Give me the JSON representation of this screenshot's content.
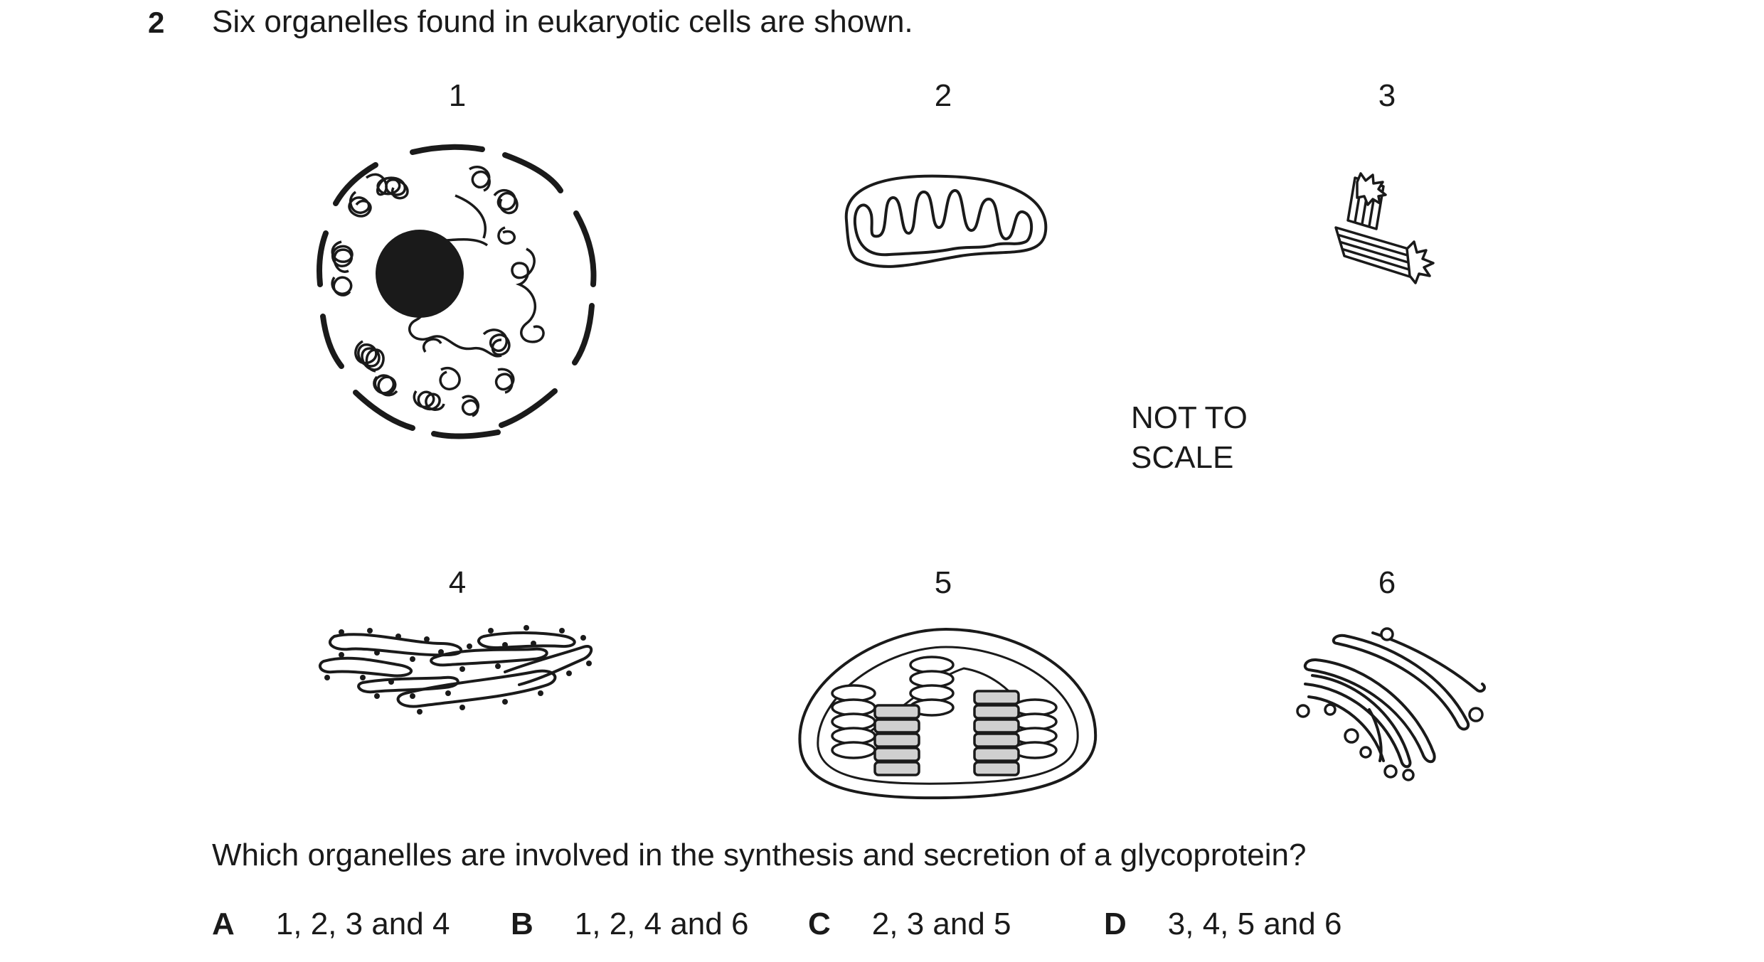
{
  "question": {
    "number": "2",
    "text": "Six organelles found in eukaryotic cells are shown."
  },
  "figure": {
    "labels": [
      "1",
      "2",
      "3",
      "4",
      "5",
      "6"
    ],
    "note_line1": "NOT TO",
    "note_line2": "SCALE",
    "icons": [
      "nucleus-icon",
      "mitochondrion-icon",
      "centriole-icon",
      "rough-er-icon",
      "chloroplast-icon",
      "golgi-icon"
    ]
  },
  "stem": "Which organelles are involved in the synthesis and secretion of a glycoprotein?",
  "options": [
    {
      "letter": "A",
      "text": "1, 2, 3 and 4"
    },
    {
      "letter": "B",
      "text": "1, 2, 4 and 6"
    },
    {
      "letter": "C",
      "text": "2, 3 and 5"
    },
    {
      "letter": "D",
      "text": "3, 4, 5 and 6"
    }
  ]
}
